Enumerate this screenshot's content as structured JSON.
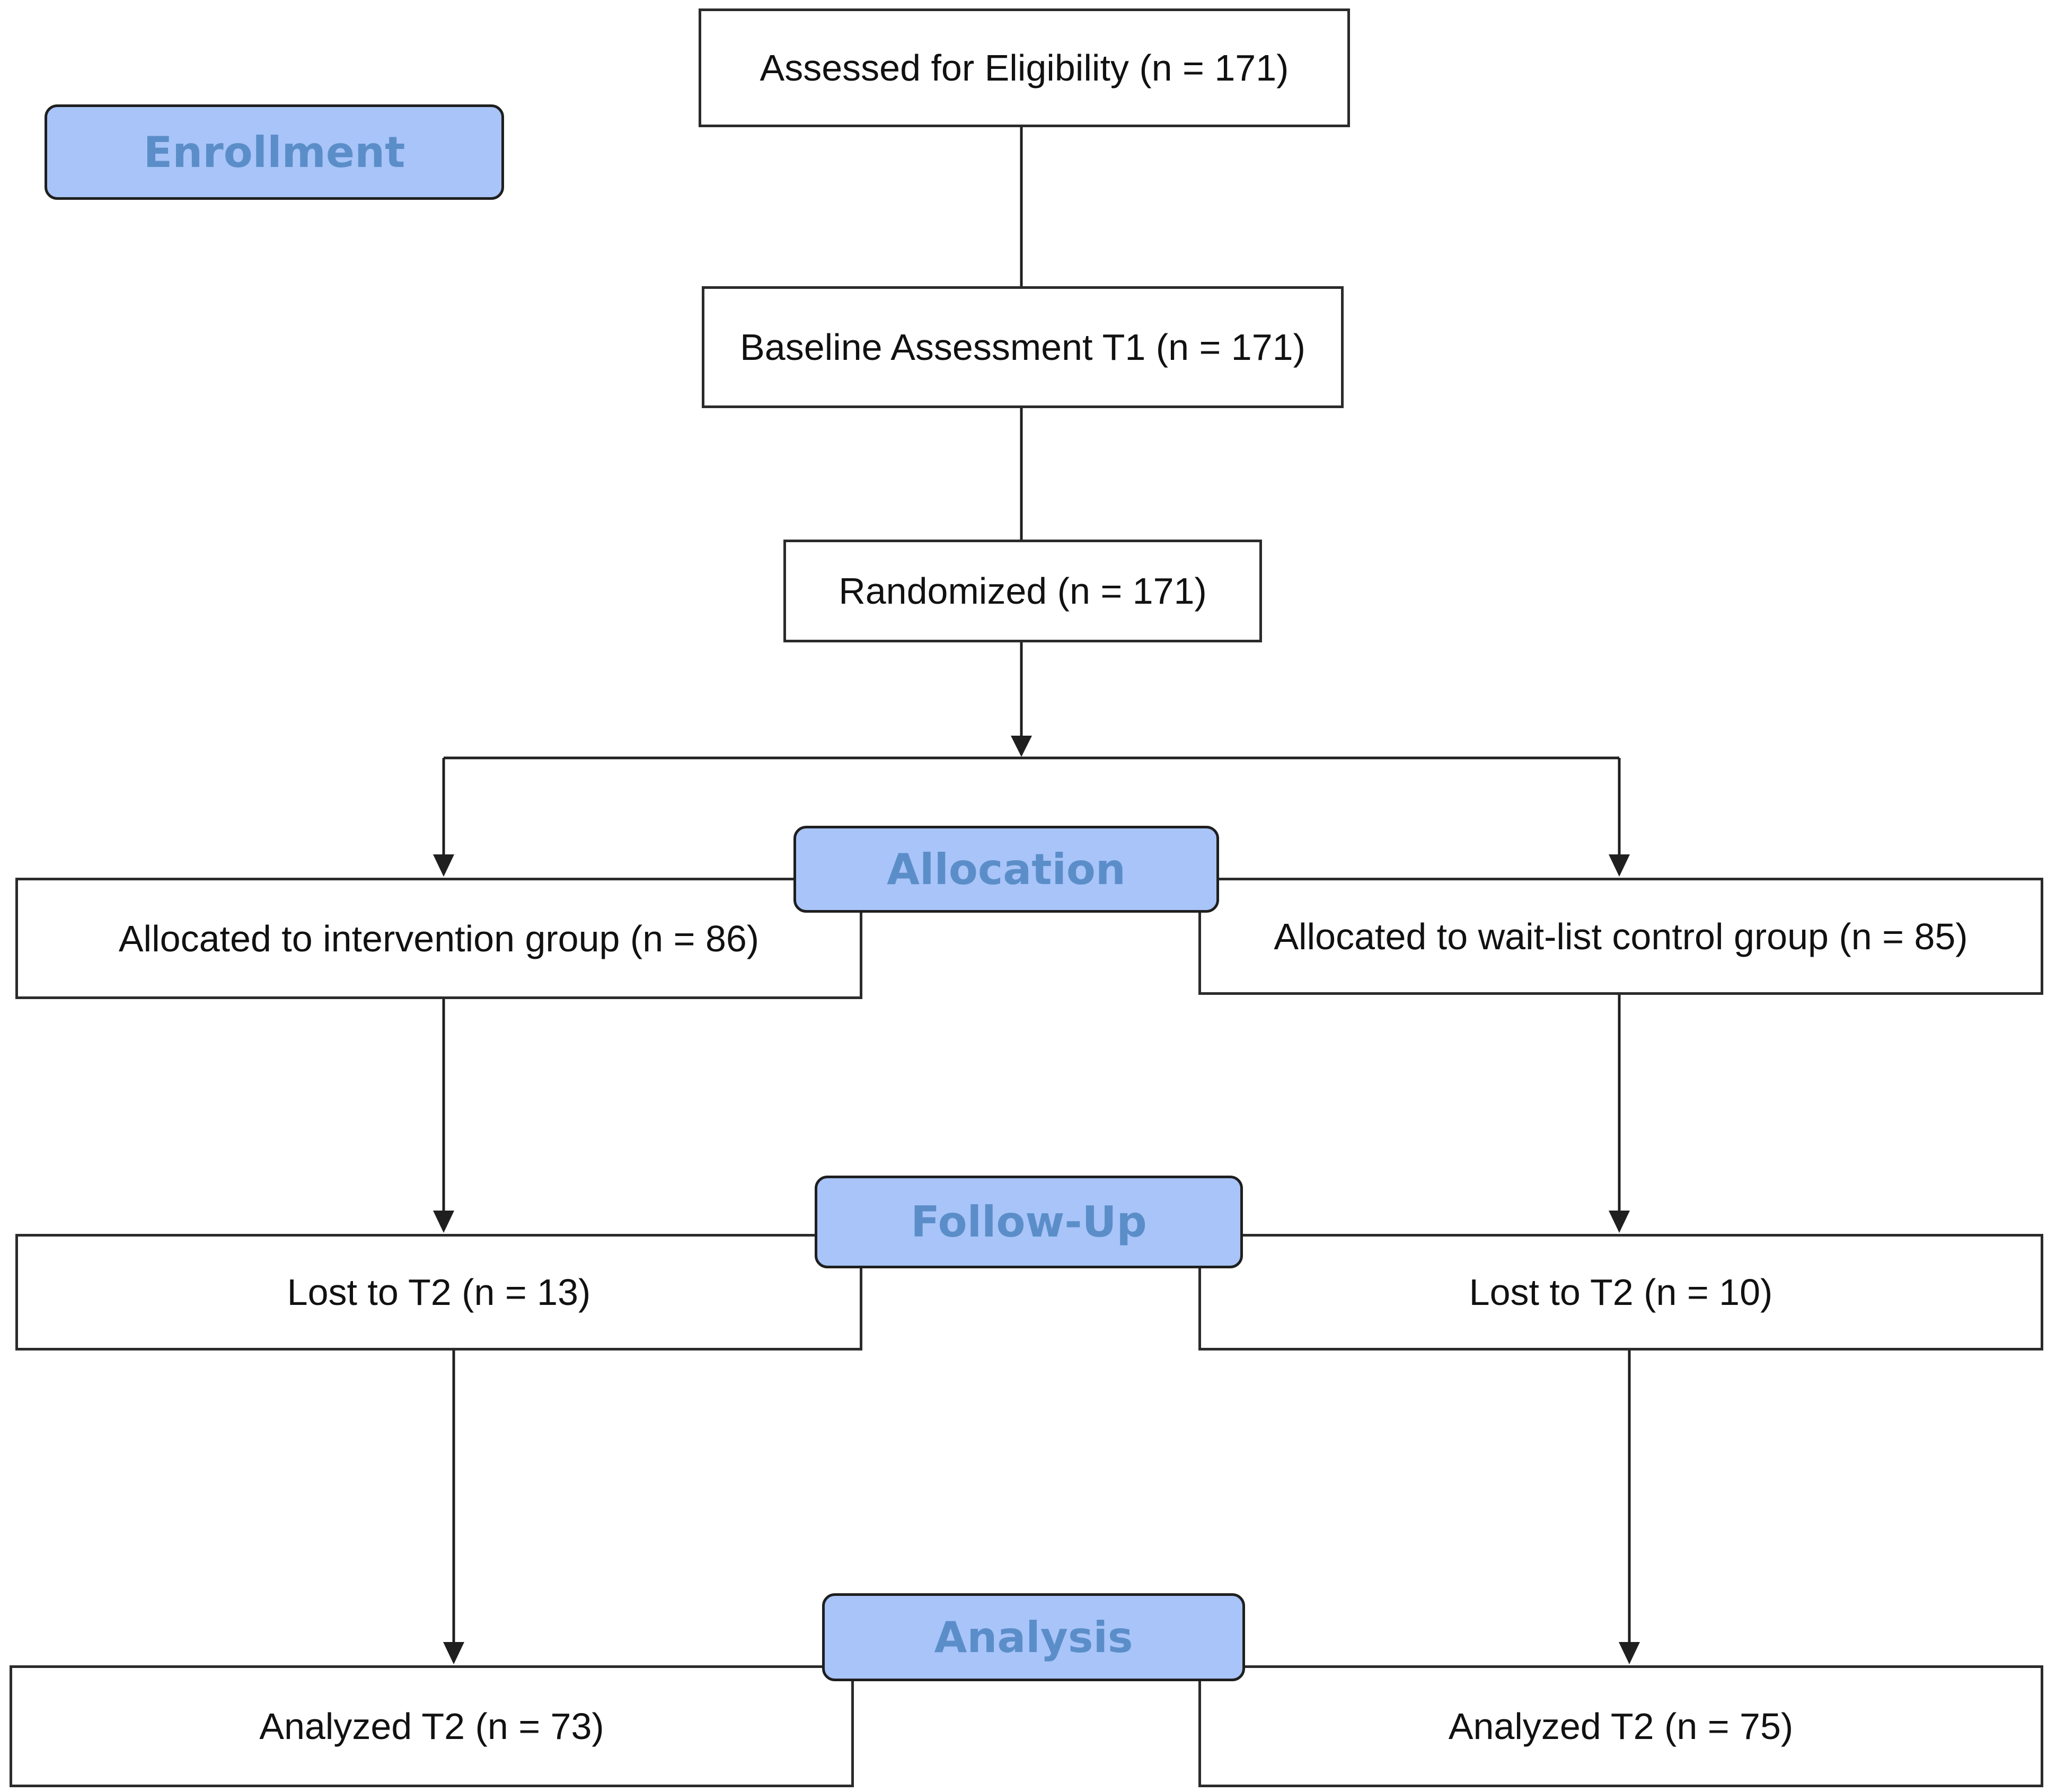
{
  "colors": {
    "stage_fill": "#a8c4f8",
    "stage_text": "#5b8ec9",
    "box_border": "#2b2b2b",
    "line": "#1f1f1f"
  },
  "stages": {
    "enrollment": "Enrollment",
    "allocation": "Allocation",
    "follow_up": "Follow-Up",
    "analysis": "Analysis"
  },
  "boxes": {
    "assessed": "Assessed for Eligibility (n = 171)",
    "baseline": "Baseline Assessment T1 (n = 171)",
    "randomized": "Randomized (n = 171)",
    "intervention": "Allocated to intervention group (n = 86)",
    "control": "Allocated to wait-list control group (n = 85)",
    "lost_intervention": "Lost to T2 (n = 13)",
    "lost_control": "Lost to T2 (n = 10)",
    "analyzed_intervention": "Analyzed T2 (n = 73)",
    "analyzed_control": "Analyzed T2 (n = 75)"
  }
}
